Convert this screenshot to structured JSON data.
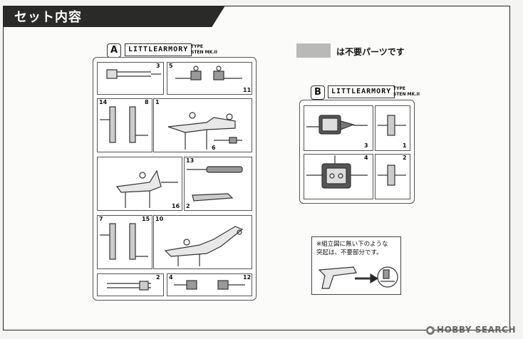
{
  "title": "セット内容",
  "legend": {
    "text": "は不要パーツです"
  },
  "runner_a": {
    "letter": "A",
    "brand": "LITTLEARMORY",
    "type_line1": "TYPE",
    "type_line2": "STEN MK.II",
    "numbers": [
      "3",
      "5",
      "11",
      "14",
      "8",
      "1",
      "6",
      "13",
      "16",
      "2",
      "7",
      "15",
      "10",
      "2",
      "4",
      "12"
    ]
  },
  "runner_b": {
    "letter": "B",
    "brand": "LITTLEARMORY",
    "type_line1": "TYPE",
    "type_line2": "STEN MK.II",
    "numbers": [
      "3",
      "1",
      "4",
      "2"
    ]
  },
  "note": {
    "line1": "※組立図に無い下のような",
    "line2": "突起は、不要部分です。"
  },
  "watermark": {
    "icon": "speech-bubble-icon",
    "text": "HOBBY SEARCH"
  }
}
